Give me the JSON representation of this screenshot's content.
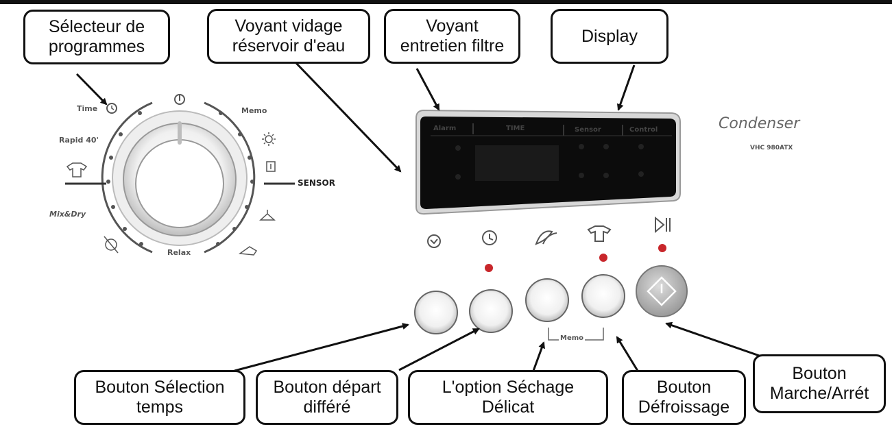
{
  "callouts": {
    "selecteur": "Sélecteur de\nprogrammes",
    "vidage": "Voyant vidage\nréservoir d'eau",
    "filtre": "Voyant\nentretien filtre",
    "display": "Display",
    "selection_temps": "Bouton Sélection\ntemps",
    "depart_differe": "Bouton départ\ndifféré",
    "sechage": "L'option  Séchage\nDélicat",
    "defroissage": "Bouton\nDéfroissage",
    "marche_arret": "Bouton\nMarche/Arrét"
  },
  "dial": {
    "time": "Time",
    "rapid": "Rapid 40'",
    "mix_dry": "Mix&Dry",
    "relax": "Relax",
    "memo": "Memo",
    "sensor": "SENSOR"
  },
  "display": {
    "alarm": "Alarm",
    "time": "TIME",
    "sensor": "Sensor",
    "control": "Control"
  },
  "brand": {
    "name": "Condenser",
    "model": "VHC 980ATX"
  },
  "buttons": {
    "memo": "Memo"
  },
  "colors": {
    "indicator": "#c8262b",
    "display_bg": "#0c0c0c",
    "line": "#111111"
  }
}
